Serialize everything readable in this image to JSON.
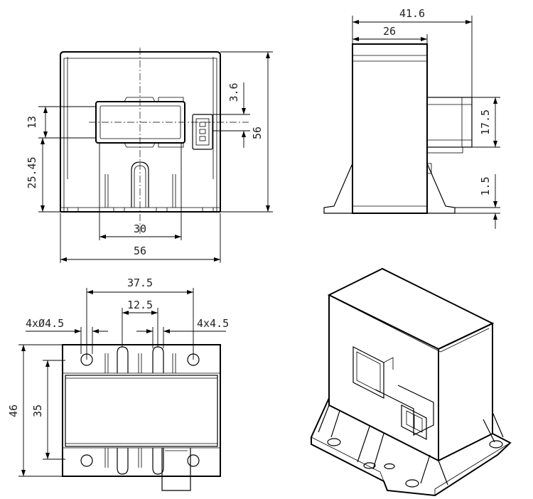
{
  "drawing": {
    "front_view": {
      "dims": {
        "width_total": "56",
        "window_width": "30",
        "window_height": "13",
        "height_to_center": "25.45",
        "height_total": "56",
        "connector_offset": "3.6"
      }
    },
    "side_view": {
      "dims": {
        "depth_total": "41.6",
        "depth_body": "26",
        "connector_height": "17.5",
        "base_thickness": "1.5"
      }
    },
    "bottom_view": {
      "dims": {
        "hole_spacing_outer": "37.5",
        "hole_spacing_inner": "12.5",
        "hole_spec": "4xØ4.5",
        "slot_spec": "4x4.5",
        "length_total": "46",
        "length_inner": "35"
      }
    }
  }
}
